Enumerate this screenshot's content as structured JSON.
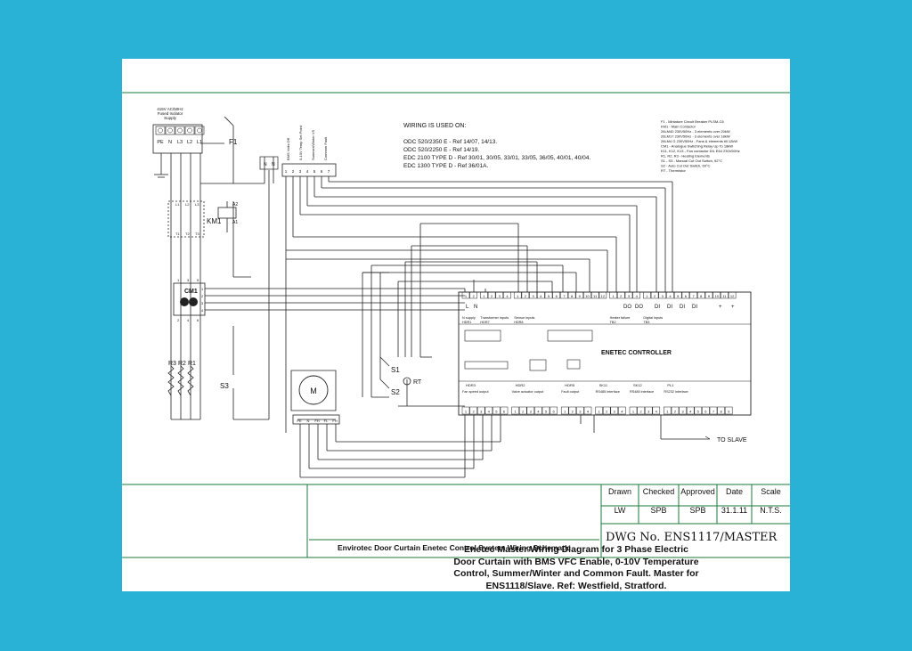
{
  "title_block": {
    "title_lines": [
      "Enetec Master Wiring Diagram for 3 Phase Electric",
      "Door Curtain with BMS VFC Enable, 0-10V Temperature",
      "Control, Summer/Winter and Common Fault. Master for",
      "ENS1118/Slave. Ref: Westfield, Stratford."
    ],
    "subtitle": "Envirotec Door Curtain Enetec Control System Wiring Schematic",
    "headers": [
      "Drawn",
      "Checked",
      "Approved",
      "Date",
      "Scale"
    ],
    "values": [
      "LW",
      "SPB",
      "SPB",
      "31.1.11",
      "N.T.S."
    ],
    "drawing_number": "DWG No. ENS1117/MASTER"
  },
  "wiring_used_on": {
    "heading": "WIRING IS USED ON:",
    "lines": [
      "ODC 520/2350 E - Ref 14/07, 14/13.",
      "ODC 520/2250 E - Ref 14/19.",
      "EDC 2100 TYPE D - Ref 30/01, 30/05, 33/01, 33/05, 36/05, 40/01, 40/04.",
      "EDC 1300 TYPE D - Ref 36/01A."
    ]
  },
  "legend": [
    "F1 - Miniature Circuit Breaker PLSM-C6",
    "KM1 - Main Contactor",
    "26LM40 230V50Hz - 3 elements over 20kW",
    "26LM17 230V50Hz - 3 elements over 18kW",
    "26LM4 G 230V50Hz - Fans & elements till 12kW",
    "CM1 - Analogue Switching Relay Up To 18kW",
    "K11, K12, K13 - Fan contactor DIL E64 230V50Hz",
    "R1, R2, R3 - Heating Elements",
    "S1 - S3 - Manual Cut Out Switch, 92°C",
    "S2 - Auto Cut Out Switch, 69°C",
    "RT - Thermistor"
  ],
  "supply": {
    "label_lines": [
      "415V AC/50Hz",
      "Fused Isolator",
      "Supply"
    ],
    "terminals": [
      "PE",
      "N",
      "L3",
      "L2",
      "L1"
    ]
  },
  "components": {
    "f1": "F1",
    "km1": "KM1",
    "cm1": "CM1",
    "resistors": [
      "R3",
      "R2",
      "R1"
    ],
    "s3": "S3",
    "s1": "S1",
    "s2": "S2",
    "rt": "RT",
    "motor": "M",
    "motor_terminals": [
      "PE",
      "N",
      "FH",
      "FL",
      "FH"
    ],
    "a2": "A2",
    "a1": "A1",
    "km_contacts_top": [
      "L1",
      "L2",
      "L3"
    ],
    "km_contacts_bottom": [
      "T1",
      "T2",
      "T3"
    ],
    "cm_top": [
      "1",
      "3",
      "5"
    ],
    "cm_bottom": [
      "2",
      "4",
      "6"
    ],
    "cm_right": [
      "1",
      "2",
      "3",
      "4"
    ],
    "rn_block": [
      "N",
      "N"
    ],
    "bms_labels": [
      "BMS Volts Off",
      "0-10V Temp Set Point",
      "Summer/Winter VS",
      "Common Fault"
    ],
    "bms_terminals": [
      "1",
      "2",
      "3",
      "4",
      "5",
      "6",
      "7"
    ]
  },
  "controller": {
    "name": "ENETEC CONTROLLER",
    "to_slave": "TO SLAVE",
    "top_groups": [
      {
        "code": "HDR1",
        "terms": [
          "1",
          "2"
        ],
        "label": "N supply"
      },
      {
        "code": "HDR7",
        "terms": [
          "1",
          "2",
          "3",
          "4"
        ],
        "label": "Transformer inputs"
      },
      {
        "code": "HDR8",
        "terms": [
          "1",
          "2",
          "3",
          "4",
          "5",
          "6",
          "7",
          "8",
          "9",
          "10",
          "11",
          "12"
        ],
        "label": "Sensor inputs"
      },
      {
        "code": "TB2",
        "terms": [
          "1",
          "2",
          "3",
          "4"
        ],
        "label": "Heater failure"
      },
      {
        "code": "TB3",
        "terms": [
          "1",
          "2",
          "3",
          "4",
          "5",
          "6",
          "7",
          "8",
          "9",
          "10",
          "11",
          "12"
        ],
        "label": "Digital inputs"
      }
    ],
    "top_subs": [
      "L",
      "N",
      "DO",
      "DO",
      "DI",
      "DI",
      "DI",
      "DI",
      "+",
      "+"
    ],
    "bottom_groups": [
      {
        "code": "HDR3",
        "terms": [
          "1",
          "2",
          "3",
          "4",
          "5",
          "6"
        ],
        "label": "Fan speed output"
      },
      {
        "code": "HDR2",
        "terms": [
          "1",
          "2",
          "3",
          "4",
          "5",
          "6"
        ],
        "label": "Valve actuator output"
      },
      {
        "code": "HDR5",
        "terms": [
          "1",
          "2",
          "3",
          "4"
        ],
        "label": "Fault output"
      },
      {
        "code": "SK11",
        "terms": [
          "1",
          "2",
          "3",
          "4"
        ],
        "label": "RS485 interface"
      },
      {
        "code": "SK12",
        "terms": [
          "1",
          "2",
          "3",
          "4"
        ],
        "label": "RS485 interface"
      },
      {
        "code": "PL1",
        "terms": [
          "1",
          "2",
          "3",
          "4",
          "5",
          "6",
          "7",
          "8",
          "9"
        ],
        "label": "RS232 interface"
      }
    ]
  }
}
